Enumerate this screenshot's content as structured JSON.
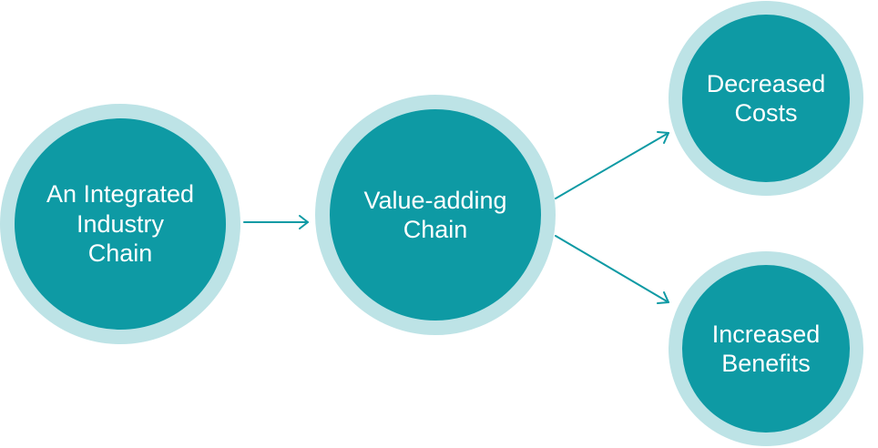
{
  "diagram": {
    "nodes": {
      "integrated": {
        "label": "An Integrated\nIndustry\nChain"
      },
      "value": {
        "label": "Value-adding\nChain"
      },
      "costs": {
        "label": "Decreased\nCosts"
      },
      "benefits": {
        "label": "Increased\nBenefits"
      }
    },
    "edges": [
      {
        "from": "integrated",
        "to": "value"
      },
      {
        "from": "value",
        "to": "costs"
      },
      {
        "from": "value",
        "to": "benefits"
      }
    ]
  },
  "colors": {
    "node_fill": "#0e9aa4",
    "node_ring": "#bde3e6",
    "arrow": "#0e9aa4",
    "text": "#ffffff"
  }
}
